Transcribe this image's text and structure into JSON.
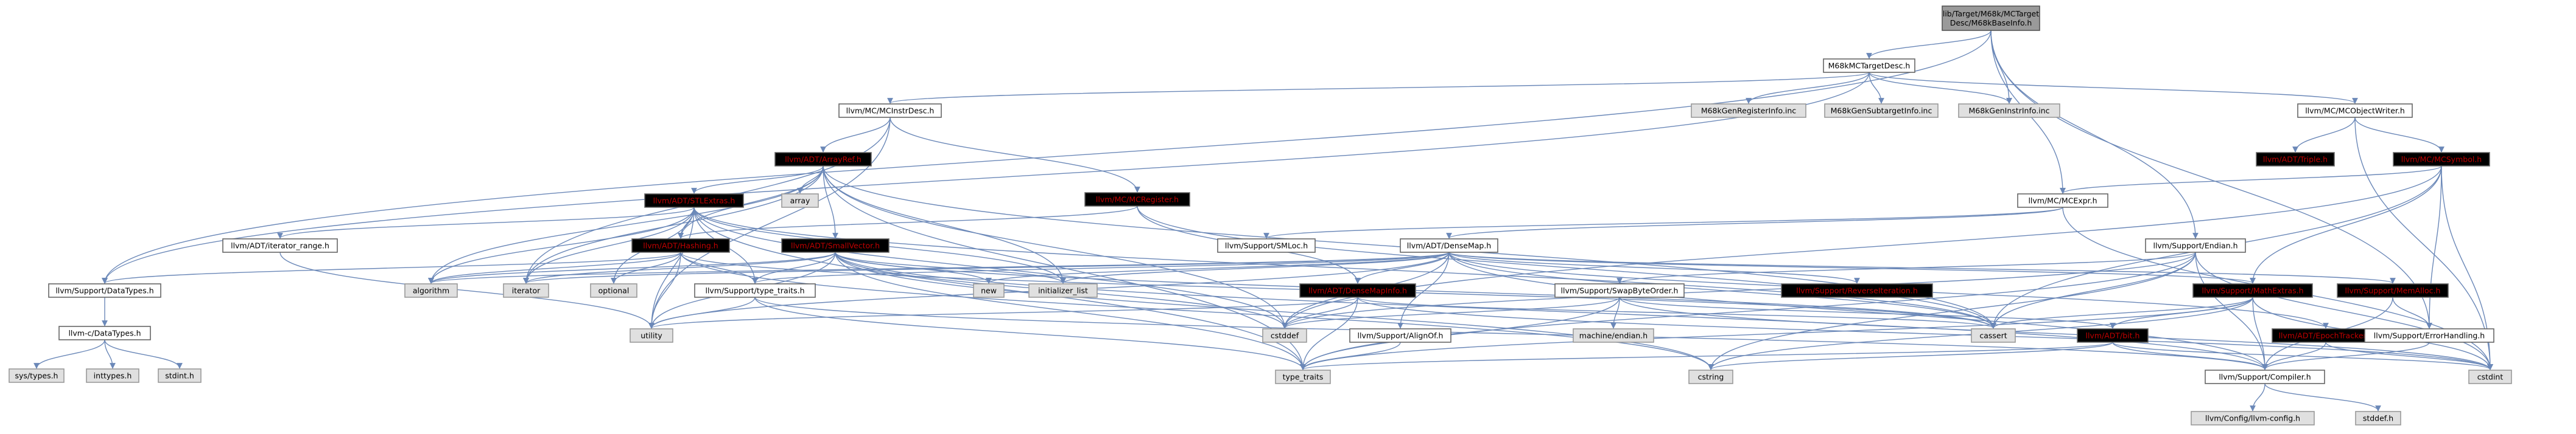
{
  "nodes": {
    "root": {
      "lines": [
        "lib/Target/M68k/MCTarget",
        "Desc/M68kBaseInfo.h"
      ],
      "style": "root"
    },
    "m68kmctargetdesc": {
      "lines": [
        "M68kMCTargetDesc.h"
      ],
      "style": "white"
    },
    "mcinstrdesc": {
      "lines": [
        "llvm/MC/MCInstrDesc.h"
      ],
      "style": "white"
    },
    "genreg": {
      "lines": [
        "M68kGenRegisterInfo.inc"
      ],
      "style": "grey"
    },
    "gensub": {
      "lines": [
        "M68kGenSubtargetInfo.inc"
      ],
      "style": "grey"
    },
    "geninstr": {
      "lines": [
        "M68kGenInstrInfo.inc"
      ],
      "style": "grey"
    },
    "mcobjectwriter": {
      "lines": [
        "llvm/MC/MCObjectWriter.h"
      ],
      "style": "white"
    },
    "arrayref": {
      "lines": [
        "llvm/ADT/ArrayRef.h"
      ],
      "style": "red"
    },
    "mcregister": {
      "lines": [
        "llvm/MC/MCRegister.h"
      ],
      "style": "red"
    },
    "triple": {
      "lines": [
        "llvm/ADT/Triple.h"
      ],
      "style": "red"
    },
    "mcsymbol": {
      "lines": [
        "llvm/MC/MCSymbol.h"
      ],
      "style": "red"
    },
    "array": {
      "lines": [
        "array"
      ],
      "style": "grey"
    },
    "stlextras": {
      "lines": [
        "llvm/ADT/STLExtras.h"
      ],
      "style": "red"
    },
    "mcexpr": {
      "lines": [
        "llvm/MC/MCExpr.h"
      ],
      "style": "white"
    },
    "iteratorrange": {
      "lines": [
        "llvm/ADT/iterator_range.h"
      ],
      "style": "white"
    },
    "hashing": {
      "lines": [
        "llvm/ADT/Hashing.h"
      ],
      "style": "red"
    },
    "smallvector": {
      "lines": [
        "llvm/ADT/SmallVector.h"
      ],
      "style": "red"
    },
    "smloc": {
      "lines": [
        "llvm/Support/SMLoc.h"
      ],
      "style": "white"
    },
    "densemap": {
      "lines": [
        "llvm/ADT/DenseMap.h"
      ],
      "style": "white"
    },
    "endian": {
      "lines": [
        "llvm/Support/Endian.h"
      ],
      "style": "white"
    },
    "datatypes": {
      "lines": [
        "llvm/Support/DataTypes.h"
      ],
      "style": "white"
    },
    "algorithm": {
      "lines": [
        "algorithm"
      ],
      "style": "grey"
    },
    "iterator": {
      "lines": [
        "iterator"
      ],
      "style": "grey"
    },
    "optional": {
      "lines": [
        "optional"
      ],
      "style": "grey"
    },
    "typetraits_h": {
      "lines": [
        "llvm/Support/type_traits.h"
      ],
      "style": "white"
    },
    "new": {
      "lines": [
        "new"
      ],
      "style": "grey"
    },
    "initlist": {
      "lines": [
        "initializer_list"
      ],
      "style": "grey"
    },
    "densemapinfo": {
      "lines": [
        "llvm/ADT/DenseMapInfo.h"
      ],
      "style": "red"
    },
    "swapbyteorder": {
      "lines": [
        "llvm/Support/SwapByteOrder.h"
      ],
      "style": "white"
    },
    "reverseiteration": {
      "lines": [
        "llvm/Support/ReverseIteration.h"
      ],
      "style": "red"
    },
    "mathextras": {
      "lines": [
        "llvm/Support/MathExtras.h"
      ],
      "style": "red"
    },
    "memalloc": {
      "lines": [
        "llvm/Support/MemAlloc.h"
      ],
      "style": "red"
    },
    "cdatatypes": {
      "lines": [
        "llvm-c/DataTypes.h"
      ],
      "style": "white"
    },
    "utility": {
      "lines": [
        "utility"
      ],
      "style": "grey"
    },
    "cstddef": {
      "lines": [
        "cstddef"
      ],
      "style": "grey"
    },
    "alignof": {
      "lines": [
        "llvm/Support/AlignOf.h"
      ],
      "style": "white"
    },
    "machineendian": {
      "lines": [
        "machine/endian.h"
      ],
      "style": "grey"
    },
    "cassert": {
      "lines": [
        "cassert"
      ],
      "style": "grey"
    },
    "bit": {
      "lines": [
        "llvm/ADT/bit.h"
      ],
      "style": "red"
    },
    "epochtracker": {
      "lines": [
        "llvm/ADT/EpochTracker.h"
      ],
      "style": "red"
    },
    "errorhandling": {
      "lines": [
        "llvm/Support/ErrorHandling.h"
      ],
      "style": "white"
    },
    "systypes": {
      "lines": [
        "sys/types.h"
      ],
      "style": "grey"
    },
    "inttypes": {
      "lines": [
        "inttypes.h"
      ],
      "style": "grey"
    },
    "stdint": {
      "lines": [
        "stdint.h"
      ],
      "style": "grey"
    },
    "typetraits": {
      "lines": [
        "type_traits"
      ],
      "style": "grey"
    },
    "cstring": {
      "lines": [
        "cstring"
      ],
      "style": "grey"
    },
    "compiler": {
      "lines": [
        "llvm/Support/Compiler.h"
      ],
      "style": "white"
    },
    "cstdint": {
      "lines": [
        "cstdint"
      ],
      "style": "grey"
    },
    "llvmconfig": {
      "lines": [
        "llvm/Config/llvm-config.h"
      ],
      "style": "grey"
    },
    "stddef": {
      "lines": [
        "stddef.h"
      ],
      "style": "grey"
    }
  },
  "colors": {
    "edge": "#6b88b8",
    "red_text": "#c00000",
    "root_fill": "#9a9a9a",
    "grey_fill": "#e0e0e0"
  }
}
